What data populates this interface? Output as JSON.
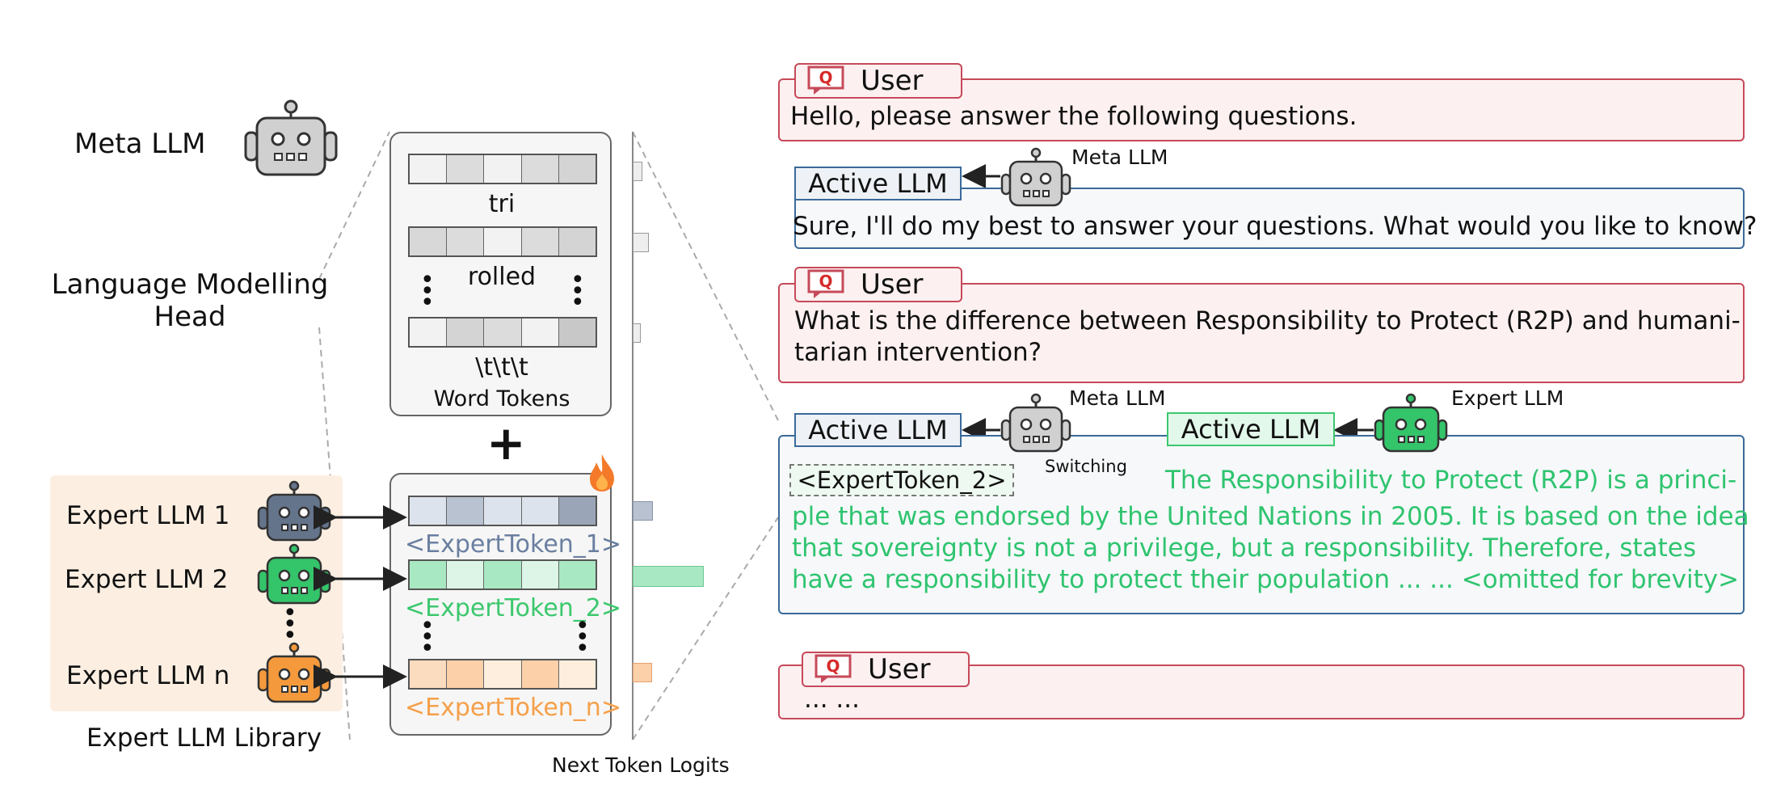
{
  "left": {
    "meta_llm_label": "Meta LLM",
    "lm_head_label_line1": "Language Modelling",
    "lm_head_label_line2": "Head",
    "word_tokens": [
      "tri",
      "rolled",
      "\\t\\t\\t"
    ],
    "word_tokens_caption": "Word Tokens",
    "plus": "+",
    "experts": [
      {
        "label": "Expert LLM 1",
        "token": "<ExpertToken_1>",
        "color": "#6a7fa0"
      },
      {
        "label": "Expert LLM 2",
        "token": "<ExpertToken_2>",
        "color": "#3cc86e"
      },
      {
        "label": "Expert LLM n",
        "token": "<ExpertToken_n>",
        "color": "#f5a04a"
      }
    ],
    "library_label": "Expert LLM Library",
    "logits_label": "Next Token Logits",
    "robot_colors": {
      "meta": "#d0d0d0",
      "expert1": "#64748b",
      "expert2": "#34c46a",
      "expertn": "#f59a3c"
    }
  },
  "chat": {
    "user_tab_label": "User",
    "user_msg_1": "Hello, please answer the following questions.",
    "active_llm_label": "Active LLM",
    "meta_llm_label": "Meta LLM",
    "assistant_msg_1": "Sure, I'll do my best to answer your questions. What would you like to know?",
    "user_msg_2_line1": "What is the difference between Responsibility to Protect (R2P) and humani-",
    "user_msg_2_line2": "tarian intervention?",
    "expert_llm_label": "Expert LLM",
    "expert_token": "<ExpertToken_2>",
    "switching_label": "Switching",
    "assistant_msg_2_lines": [
      "The Responsibility to Protect (R2P) is a princi-",
      "ple that was endorsed by the United Nations in 2005. It is based on the idea",
      "that sovereignty is not a privilege, but a responsibility. Therefore, states",
      "have a responsibility to protect their population ... ... <omitted for brevity>"
    ],
    "user_msg_3": "... ..."
  }
}
